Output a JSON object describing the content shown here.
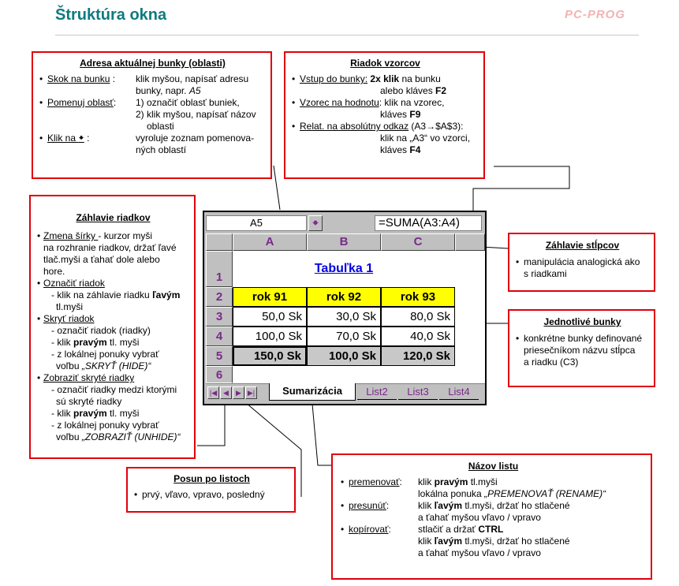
{
  "page_title": "Štruktúra okna",
  "logo": "PC-PROG",
  "box_adresa": {
    "title": "Adresa aktuálnej bunky (oblasti)",
    "items": [
      {
        "label": "Skok na bunku",
        "sep": " :",
        "lines": [
          "klik myšou, napísať adresu",
          "bunky,  napr. A5"
        ]
      },
      {
        "label": "Pomenuj oblasť",
        "sep": ":",
        "lines": [
          "1) označiť oblasť buniek,",
          "2) klik myšou, napísať názov",
          "oblasti"
        ]
      },
      {
        "label": "Klik na ",
        "arrow": "🡻",
        "sep": " :",
        "lines": [
          "vyroluje zoznam pomenova-",
          "ných oblastí"
        ]
      }
    ]
  },
  "box_vzorec": {
    "title": "Riadok vzorcov",
    "items": [
      {
        "label": "Vstup do bunky:",
        "l1_bold": "2x klik",
        "l1_rest": " na bunku",
        "l2_pre": "alebo kláves ",
        "l2_bold": "F2"
      },
      {
        "label": "Vzorec na hodnotu",
        "l1_rest": ": klik na vzorec,",
        "l2_pre": "kláves ",
        "l2_bold": "F9"
      },
      {
        "label": "Relat. na absolútny odkaz",
        "l1_rest": " (A3→$A$3):",
        "l2_pre": "klik na „A3“ vo vzorci,",
        "l3_pre": "kláves ",
        "l3_bold": "F4"
      }
    ]
  },
  "box_riadky": {
    "title": "Záhlavie riadkov",
    "zmena_label": "Zmena šírky ",
    "zmena_lines": [
      "- kurzor myši",
      "na rozhranie riadkov, držať ľavé",
      "tlač.myši a ťahať dole alebo",
      "hore."
    ],
    "oznacit_label": "Označiť riadok",
    "oznacit_l1_pre": "- klik na záhlavie riadku ",
    "oznacit_l1_bold": "ľavým",
    "oznacit_l2": "tl.myši",
    "skryt_label": "Skryť riadok",
    "skryt_l1": "- označiť riadok (riadky)",
    "skryt_l2_pre": "- klik ",
    "skryt_l2_bold": "pravým",
    "skryt_l2_post": " tl. myši",
    "skryt_l3": "- z lokálnej ponuky vybrať",
    "skryt_l4_pre": "voľbu ",
    "skryt_l4_it": "„SKRYŤ (HIDE)“",
    "zobrazit_label": "Zobraziť skryté riadky",
    "zobrazit_l1": "- označiť riadky medzi ktorými",
    "zobrazit_l2": "sú skryté riadky",
    "zobrazit_l3_pre": "- klik ",
    "zobrazit_l3_bold": "pravým",
    "zobrazit_l3_post": " tl. myši",
    "zobrazit_l4": "- z lokálnej ponuky vybrať",
    "zobrazit_l5_pre": "voľbu ",
    "zobrazit_l5_it": "„ZOBRAZIŤ (UNHIDE)“"
  },
  "box_stlpce": {
    "title": "Záhlavie stĺpcov",
    "lines": [
      "manipulácia analogická ako",
      "s riadkami"
    ]
  },
  "box_bunky": {
    "title": "Jednotlivé bunky",
    "lines": [
      "konkrétne bunky definované",
      "priesečníkom názvu stĺpca",
      "a riadku (C3)"
    ]
  },
  "box_posun": {
    "title": "Posun po listoch",
    "line": "prvý, vľavo, vpravo, posledný"
  },
  "box_list": {
    "title": "Názov listu",
    "prem_label": "premenovať",
    "prem_l1_pre": "klik ",
    "prem_l1_bold": "pravým",
    "prem_l1_post": " tl.myši",
    "prem_l2_pre": "lokálna ponuka ",
    "prem_l2_it": "„PREMENOVAŤ (RENAME)“",
    "pres_label": "presunúť",
    "pres_l1_pre": "klik ",
    "pres_l1_bold": "ľavým",
    "pres_l1_post": " tl.myši, držať ho stlačené",
    "pres_l2": "a ťahať myšou vľavo / vpravo",
    "kop_label": "kopírovať",
    "kop_l1_pre": "stlačiť a držať ",
    "kop_l1_bold": "CTRL",
    "kop_l2_pre": "klik ",
    "kop_l2_bold": "ľavým",
    "kop_l2_post": " tl.myši, držať ho stlačené",
    "kop_l3": "a ťahať myšou vľavo / vpravo"
  },
  "sheet": {
    "name_box": "A5",
    "formula": "=SUMA(A3:A4)",
    "col_headers": [
      "A",
      "B",
      "C"
    ],
    "row_headers": [
      "1",
      "2",
      "3",
      "4",
      "5",
      "6"
    ],
    "table_title": "Tabuľka 1",
    "years": [
      "rok 91",
      "rok 92",
      "rok 93"
    ],
    "row3": [
      "50,0 Sk",
      "30,0 Sk",
      "80,0 Sk"
    ],
    "row4": [
      "100,0 Sk",
      "70,0 Sk",
      "40,0 Sk"
    ],
    "row5": [
      "150,0 Sk",
      "100,0 Sk",
      "120,0 Sk"
    ],
    "tabs": [
      "Sumarizácia",
      "List2",
      "List3",
      "List4"
    ]
  },
  "colors": {
    "title": "#0e7a80",
    "border": "#e0000a",
    "year_fill": "#ffff00",
    "header_text": "#7a2a8a",
    "link": "#0000e0"
  }
}
